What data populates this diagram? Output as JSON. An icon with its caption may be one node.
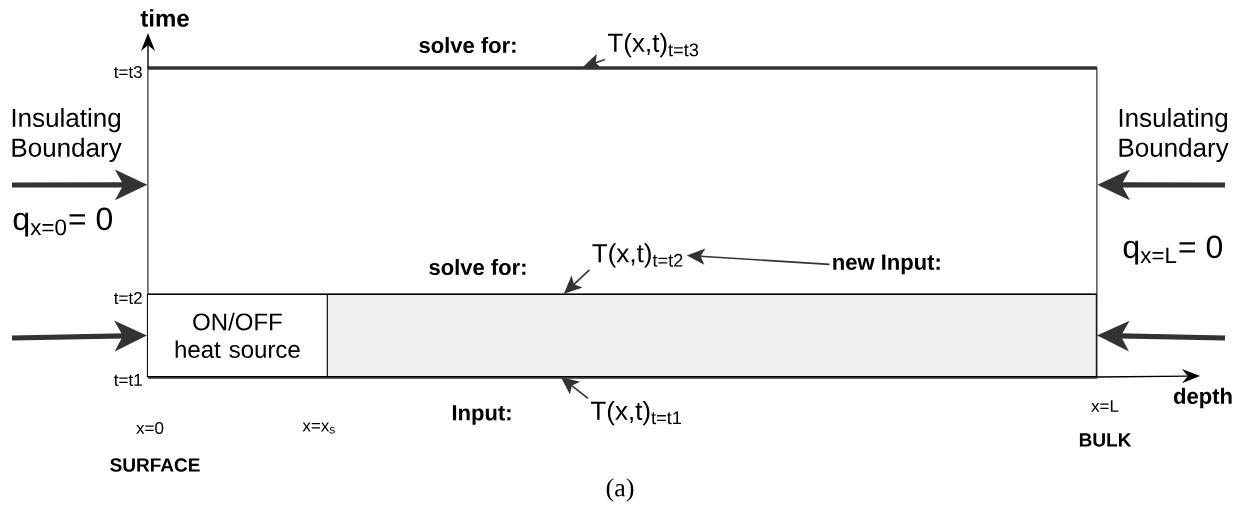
{
  "diagram": {
    "caption": "(a)",
    "nodes": [
      {
        "text": [],
        "shape": "box"
      },
      {
        "text": [
          "ON/OFF heat source"
        ],
        "in": 0
      },
      {
        "text": [],
        "shape": "box",
        "in": 0
      },
      {
        "text": [
          "T(x,t)$_{t=t3}$"
        ]
      },
      {
        "text": [
          "T(x,t)$_{t=t2}$"
        ],
        "in": 0
      },
      {
        "text": [
          "new Input:"
        ],
        "in": 0
      },
      {
        "text": [
          "T(x,t)$_{t=t1}$"
        ]
      }
    ],
    "edges": [
      {
        "from": 3,
        "to": 0,
        "arrow": "to"
      },
      {
        "from": 4,
        "to": 2,
        "arrow": "to"
      },
      {
        "from": 5,
        "to": 4,
        "arrow": "to"
      },
      {
        "from": 6,
        "to": 2,
        "arrow": "to"
      },
      {
        "from": null,
        "to": 0,
        "arrow": "to",
        "style": "thick"
      },
      {
        "from": null,
        "to": 0,
        "arrow": "to",
        "style": "thick"
      },
      {
        "from": null,
        "to": 1,
        "arrow": "to",
        "style": "thick"
      },
      {
        "from": null,
        "to": 2,
        "arrow": "to",
        "style": "thick"
      }
    ],
    "labels": [
      "time",
      "solve for:",
      "t=t3",
      "Insulating Boundary",
      "Insulating Boundary",
      "q$_{x=0}$= 0",
      "q$_{x=L}$= 0",
      "solve for:",
      "t=t2",
      "t=t1",
      "x=0",
      "x=x$_{s}$",
      "Input:",
      "x=L",
      "depth",
      "SURFACE",
      "BULK"
    ]
  }
}
